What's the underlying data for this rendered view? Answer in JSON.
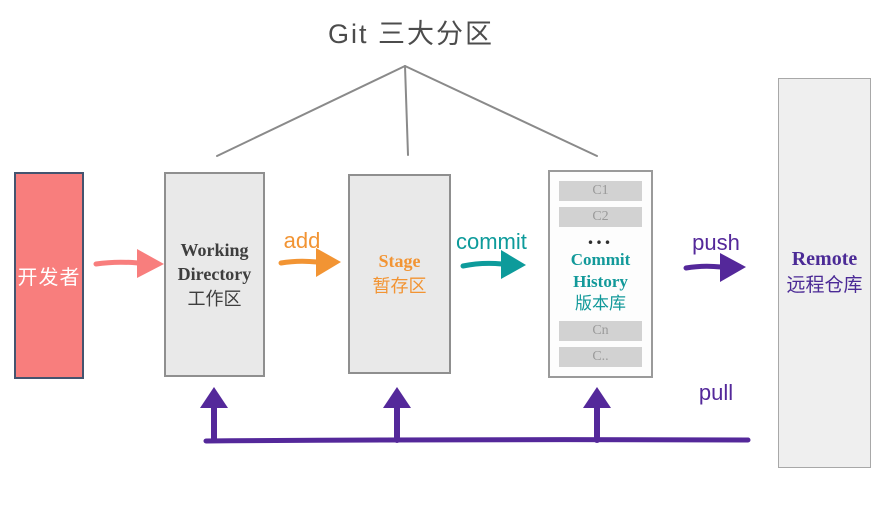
{
  "title": "Git 三大分区",
  "nodes": {
    "developer": {
      "label": "开发者"
    },
    "working": {
      "title": "Working Directory",
      "subtitle": "工作区"
    },
    "stage": {
      "title": "Stage",
      "subtitle": "暂存区"
    },
    "history": {
      "title_line1": "Commit",
      "title_line2": "History",
      "subtitle": "版本库",
      "dots": "...",
      "commits": [
        "C1",
        "C2",
        "Cn",
        "C.."
      ]
    },
    "remote": {
      "title": "Remote",
      "subtitle": "远程仓库"
    }
  },
  "flows": {
    "add": "add",
    "commit": "commit",
    "push": "push",
    "pull": "pull"
  },
  "colors": {
    "pink": "#f87e7d",
    "pink_border": "#44546f",
    "orange": "#f29433",
    "teal": "#0d9b9b",
    "purple": "#54289a",
    "line_gray": "#8a8a8a",
    "box_gray_fill": "#e9e9e9",
    "box_gray_border": "#8f8f8f",
    "commit_bar_fill": "#d2d2d2",
    "commit_bar_text": "#9a9a9a",
    "title_text": "#4c4c4c"
  }
}
